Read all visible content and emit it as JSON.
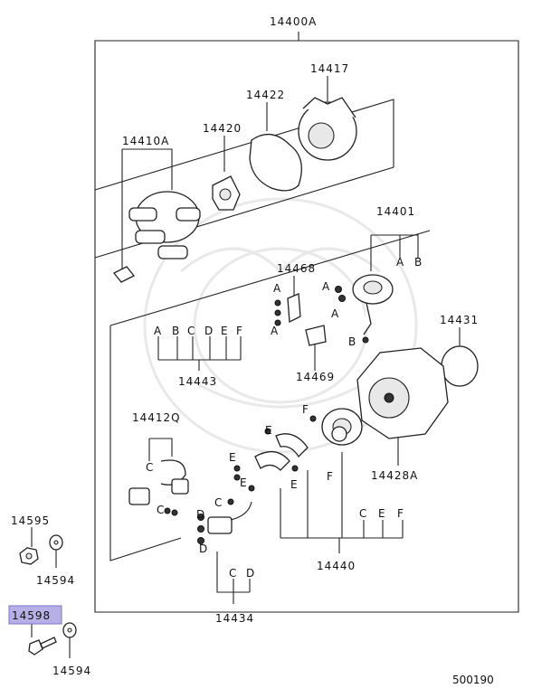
{
  "labels": {
    "assembly": "14400A",
    "cap": "14417",
    "gasket": "14422",
    "rotor": "14420",
    "cap_assy": "14410A",
    "vacuum": "14401",
    "vacuum_a": "A",
    "vacuum_b": "B",
    "bracket": "14468",
    "oring": "14431",
    "kit": "14443",
    "kit_letters": [
      "A",
      "B",
      "C",
      "D",
      "E",
      "F"
    ],
    "clip": "14469",
    "harness": "14412Q",
    "housing": "14428A",
    "plate_group": "14440",
    "pickup": "14434",
    "nut": "14595",
    "washer1": "14594",
    "bolt": "14598",
    "washer2": "14594",
    "diagram_id": "500190"
  },
  "letters": {
    "a": "A",
    "b": "B",
    "c": "C",
    "d": "D",
    "e": "E",
    "f": "F"
  },
  "colors": {
    "highlight": "#b5b0e6",
    "line": "#222222"
  }
}
